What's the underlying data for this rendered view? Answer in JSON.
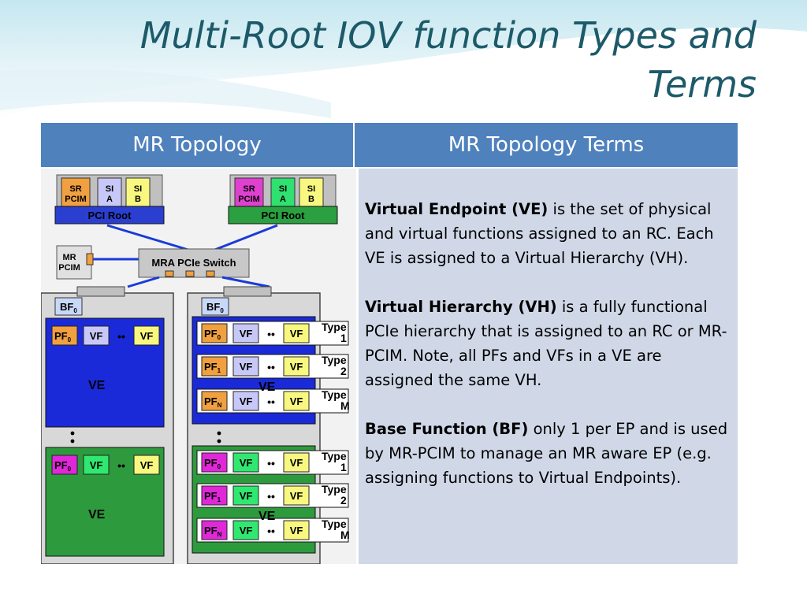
{
  "slide": {
    "title": "Multi-Root IOV function Types and Terms"
  },
  "table": {
    "col1_header": "MR Topology",
    "col2_header": "MR Topology Terms"
  },
  "terms": [
    {
      "term": "Virtual Endpoint (VE)",
      "text": " is the set of physical and virtual functions assigned to an RC. Each VE is assigned to a Virtual Hierarchy (VH)."
    },
    {
      "term": "Virtual Hierarchy (VH)",
      "text": " is a fully functional PCIe hierarchy that is assigned to an RC or MR-PCIM. Note, all PFs and VFs in a VE are assigned the same VH."
    },
    {
      "term": "Base Function (BF)",
      "text": " only 1 per EP and is used by MR-PCIM to manage an MR aware EP (e.g. assigning functions to Virtual Endpoints)."
    }
  ],
  "diagram": {
    "root1": {
      "sr": "SR",
      "pcim": "PCIM",
      "si": "SI",
      "a": "A",
      "b": "B",
      "label": "PCI Root",
      "color": "#2a3fd0",
      "sr_color": "#f0a040"
    },
    "root2": {
      "sr": "SR",
      "pcim": "PCIM",
      "si": "SI",
      "a": "A",
      "b": "B",
      "label": "PCI Root",
      "color": "#2aa040",
      "sr_color": "#e040d0"
    },
    "mr_pcim": {
      "mr": "MR",
      "pcim": "PCIM"
    },
    "switch_label": "MRA PCIe Switch",
    "bf": "BF",
    "bf_sub": "0",
    "pf": "PF",
    "vf": "VF",
    "ve": "VE",
    "type": "Type",
    "dots": "••",
    "vdots": "•",
    "type_nums": [
      "1",
      "2",
      "M"
    ],
    "pf_subs": [
      "0",
      "1",
      "N"
    ],
    "colors": {
      "blue_ve": "#1a2ad8",
      "green_ve": "#2e9a3e",
      "pf_orange": "#f0a040",
      "pf_magenta": "#e028d8",
      "vf_lavender": "#c8c8f8",
      "vf_green": "#30e870",
      "vf_yellow": "#f8f880",
      "blue_line": "#1a3ad8"
    }
  }
}
